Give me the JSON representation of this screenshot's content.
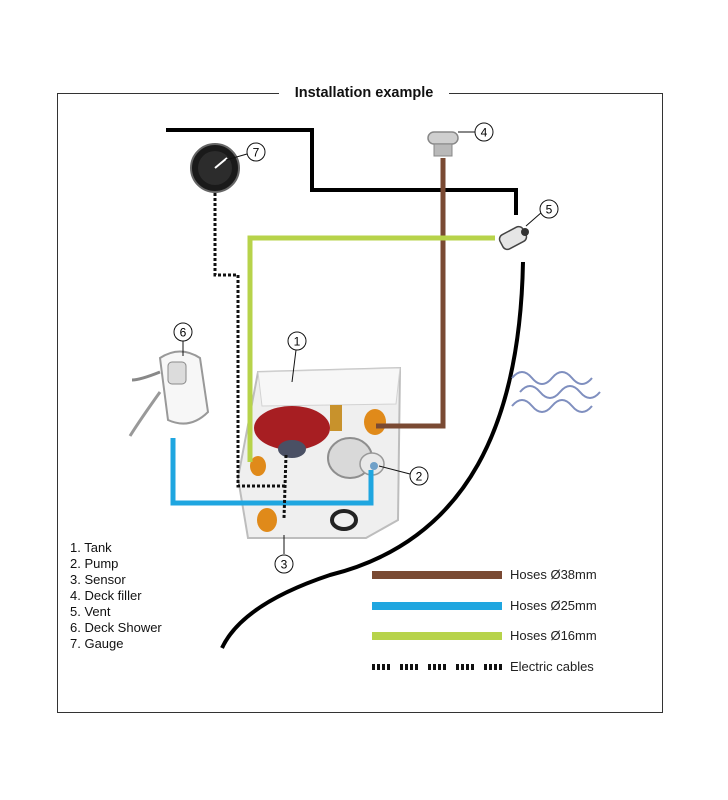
{
  "title": "Installation example",
  "components": [
    {
      "number": "1",
      "label": "1. Tank"
    },
    {
      "number": "2",
      "label": "2. Pump"
    },
    {
      "number": "3",
      "label": "3. Sensor"
    },
    {
      "number": "4",
      "label": "4. Deck filler"
    },
    {
      "number": "5",
      "label": "5. Vent"
    },
    {
      "number": "6",
      "label": "6. Deck Shower"
    },
    {
      "number": "7",
      "label": "7. Gauge"
    }
  ],
  "key": [
    {
      "label": "Hoses Ø38mm",
      "color": "#7a4a33"
    },
    {
      "label": "Hoses Ø25mm",
      "color": "#1fa6e0"
    },
    {
      "label": "Hoses Ø16mm",
      "color": "#b7d34a"
    },
    {
      "label": "Electric cables",
      "color": "#111111"
    }
  ],
  "colors": {
    "hull": "#000000",
    "water": "#7f8fbf"
  }
}
